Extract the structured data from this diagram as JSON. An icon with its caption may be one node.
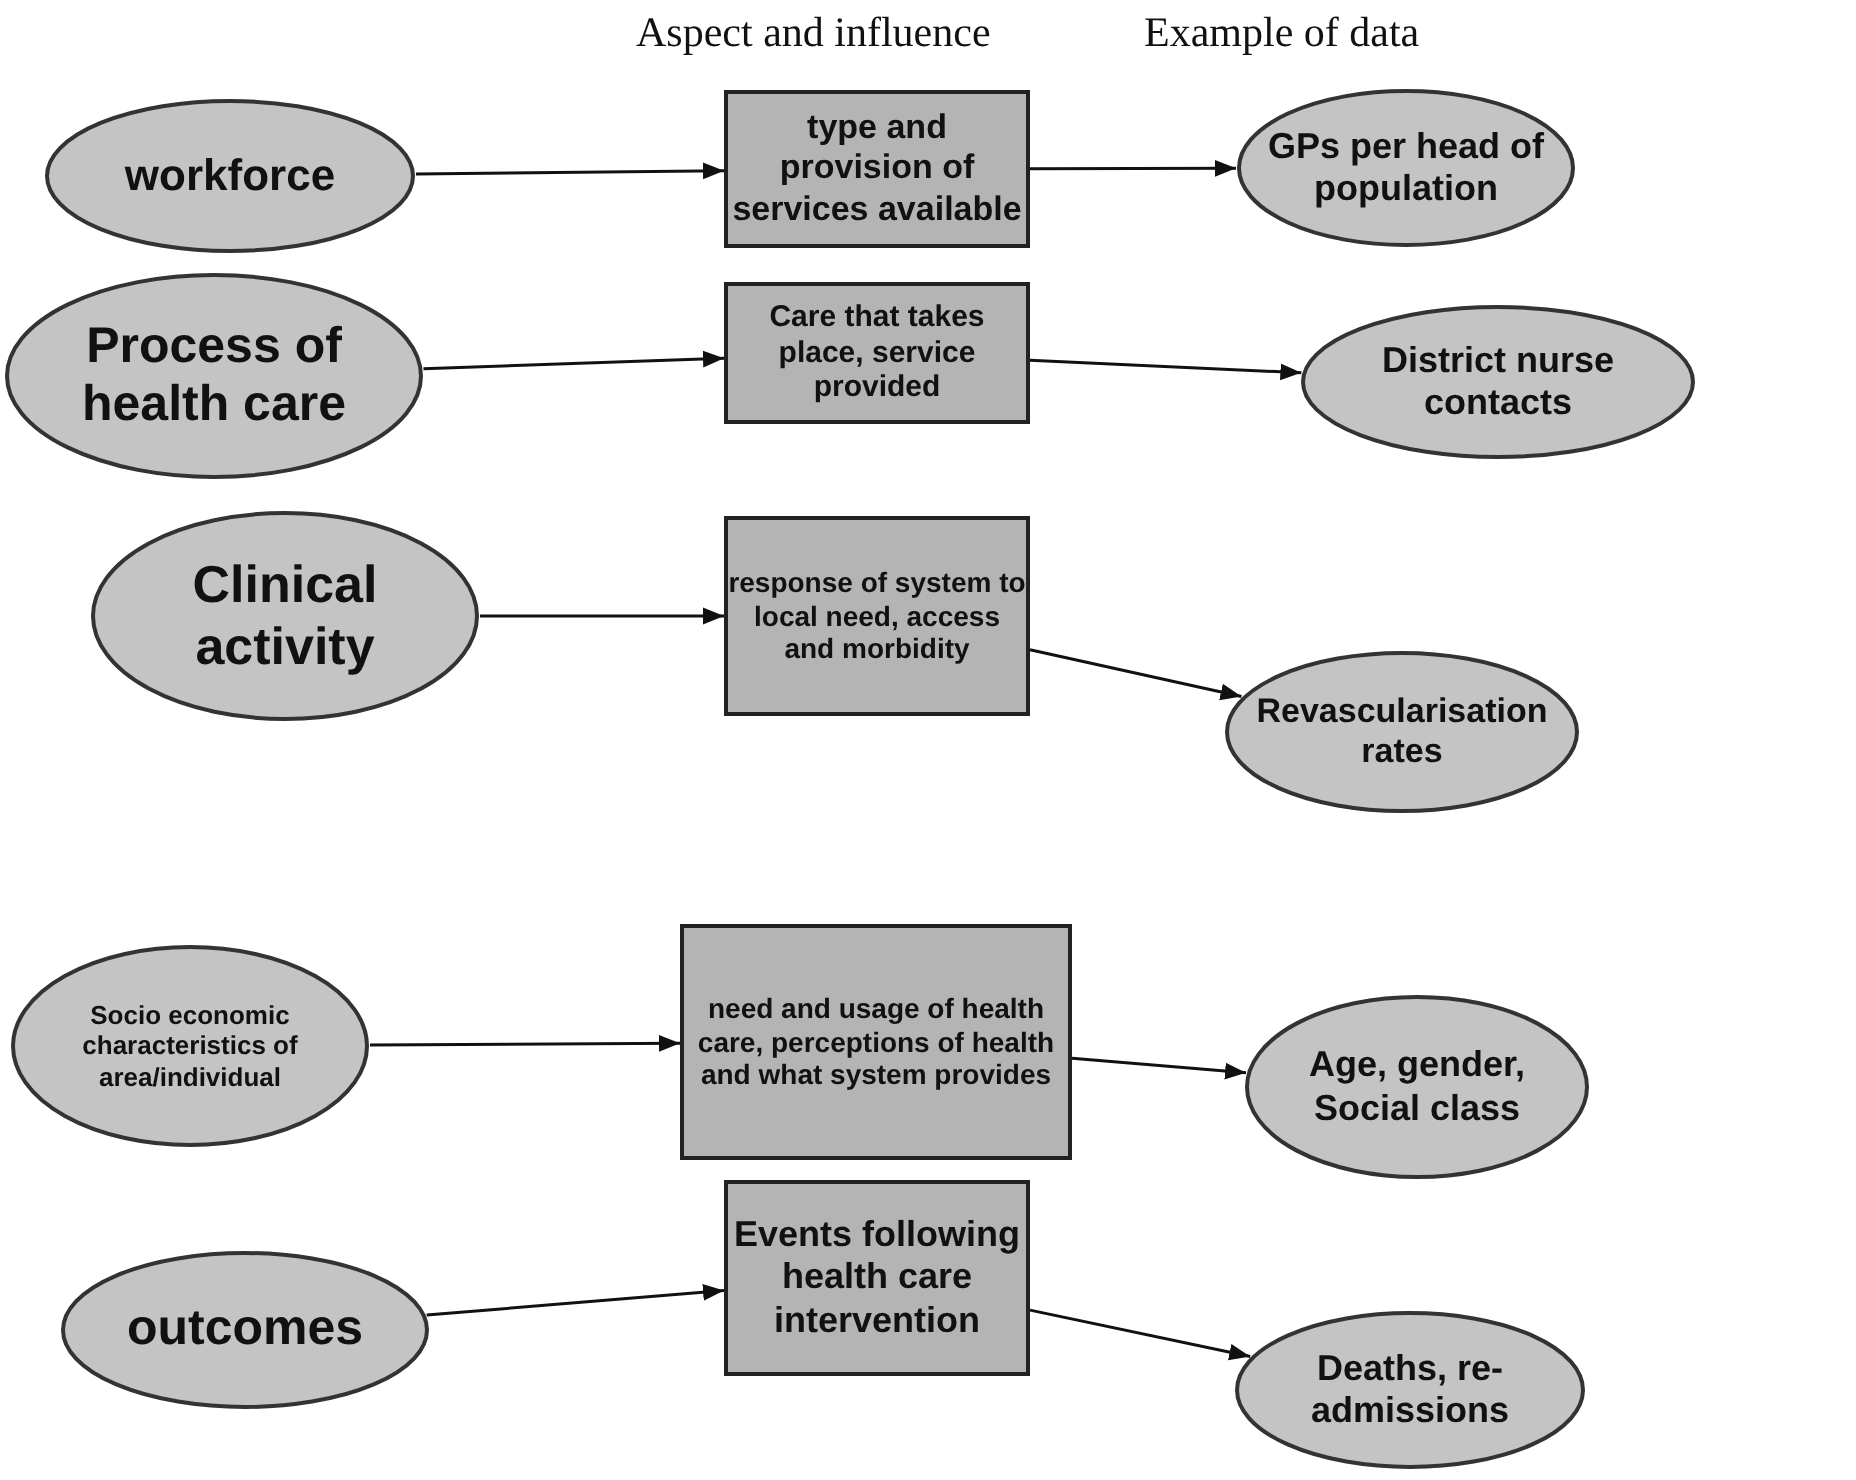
{
  "diagram": {
    "nodes": [
      {
        "text": [
          "workforce"
        ]
      },
      {
        "text": [
          "type and provision of services available"
        ]
      },
      {
        "text": [
          "GPs per head of population"
        ]
      },
      {
        "text": [
          "Process of health care"
        ]
      },
      {
        "text": [
          "Care that takes place, service provided"
        ]
      },
      {
        "text": [
          "District nurse contacts"
        ]
      },
      {
        "text": [
          "Clinical activity"
        ]
      },
      {
        "text": [
          "response of system to local need, access and morbidity"
        ]
      },
      {
        "text": [
          "Revascularisation rates"
        ]
      },
      {
        "text": [
          "Socio economic characteristics of area/individual"
        ]
      },
      {
        "text": [
          "need and usage of health care, perceptions of health and what system provides"
        ]
      },
      {
        "text": [
          "Age, gender, Social class"
        ]
      },
      {
        "text": [
          "outcomes"
        ]
      },
      {
        "text": [
          "Events following health care intervention"
        ]
      },
      {
        "text": [
          "Deaths, re-admissions"
        ]
      }
    ],
    "edges": [
      {
        "from": 0,
        "to": 1,
        "arrow": "to"
      },
      {
        "from": 1,
        "to": 2,
        "arrow": "to"
      },
      {
        "from": 3,
        "to": 4,
        "arrow": "to"
      },
      {
        "from": 4,
        "to": 5,
        "arrow": "to"
      },
      {
        "from": 6,
        "to": 7,
        "arrow": "to"
      },
      {
        "from": 7,
        "to": 8,
        "arrow": "to"
      },
      {
        "from": 9,
        "to": 10,
        "arrow": "to"
      },
      {
        "from": 10,
        "to": 11,
        "arrow": "to"
      },
      {
        "from": 12,
        "to": 13,
        "arrow": "to"
      },
      {
        "from": 13,
        "to": 14,
        "arrow": "to"
      }
    ],
    "labels": [
      "Aspect and influence",
      "Example of data"
    ]
  }
}
